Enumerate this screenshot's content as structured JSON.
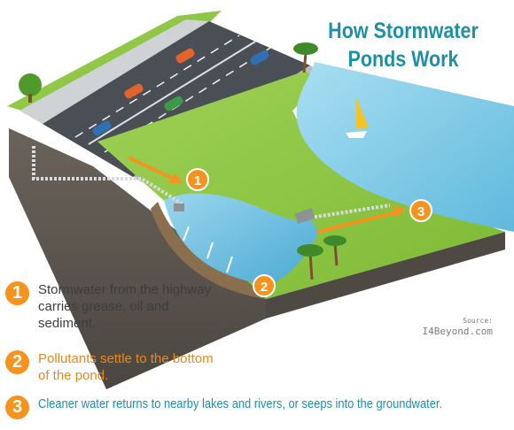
{
  "title": {
    "line1": "How Stormwater",
    "line2": "Ponds Work"
  },
  "source": {
    "label": "Source:",
    "site": "I4Beyond.com"
  },
  "markers": [
    "1",
    "2",
    "3"
  ],
  "steps": [
    {
      "num": "1",
      "text": "Stormwater from the highway carries grease, oil and sediment."
    },
    {
      "num": "2",
      "text": "Pollutants settle to the bottom of the pond."
    },
    {
      "num": "3",
      "text": "Cleaner water returns to nearby lakes and rivers, or seeps into the groundwater."
    }
  ],
  "colors": {
    "title": "#1f8fa8",
    "marker": "#f6921e",
    "step1_text": "#3d3d3d",
    "step2_text": "#e9891d",
    "step3_text": "#1f8fa8",
    "grass": "#8cc63f",
    "water": "#7cc9e6",
    "road": "#4a4e55",
    "soil": "#55504a"
  }
}
